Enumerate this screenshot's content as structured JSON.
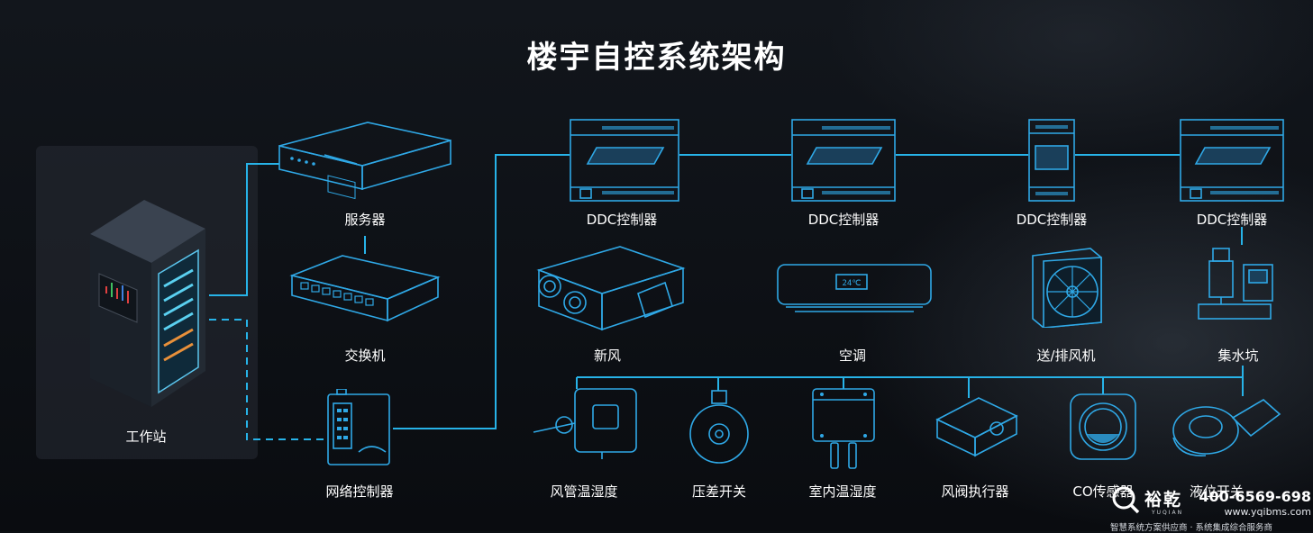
{
  "title": "楼宇自控系统架构",
  "nodes": {
    "workstation": "工作站",
    "server": "服务器",
    "switch": "交换机",
    "network_controller": "网络控制器",
    "ddc_1": "DDC控制器",
    "ddc_2": "DDC控制器",
    "ddc_3": "DDC控制器",
    "ddc_4": "DDC控制器",
    "fresh_air": "新风",
    "air_conditioner": "空调",
    "supply_exhaust_fan": "送/排风机",
    "sump_pit": "集水坑",
    "duct_temp_humidity": "风管温湿度",
    "differential_pressure_switch": "压差开关",
    "indoor_temp_humidity": "室内温湿度",
    "damper_actuator": "风阀执行器",
    "co_sensor": "CO传感器",
    "level_switch": "液位开关",
    "ac_display": "24℃"
  },
  "brand": {
    "name": "裕乾",
    "name_en": "YUQIAN",
    "phone": "400-6569-698",
    "url": "www.yqibms.com",
    "slogan": "智慧系统方案供应商 · 系统集成综合服务商"
  },
  "colors": {
    "accent": "#27b3e8",
    "outline": "#2fa8e6",
    "background": "#0c0f14",
    "text": "#ffffff"
  }
}
